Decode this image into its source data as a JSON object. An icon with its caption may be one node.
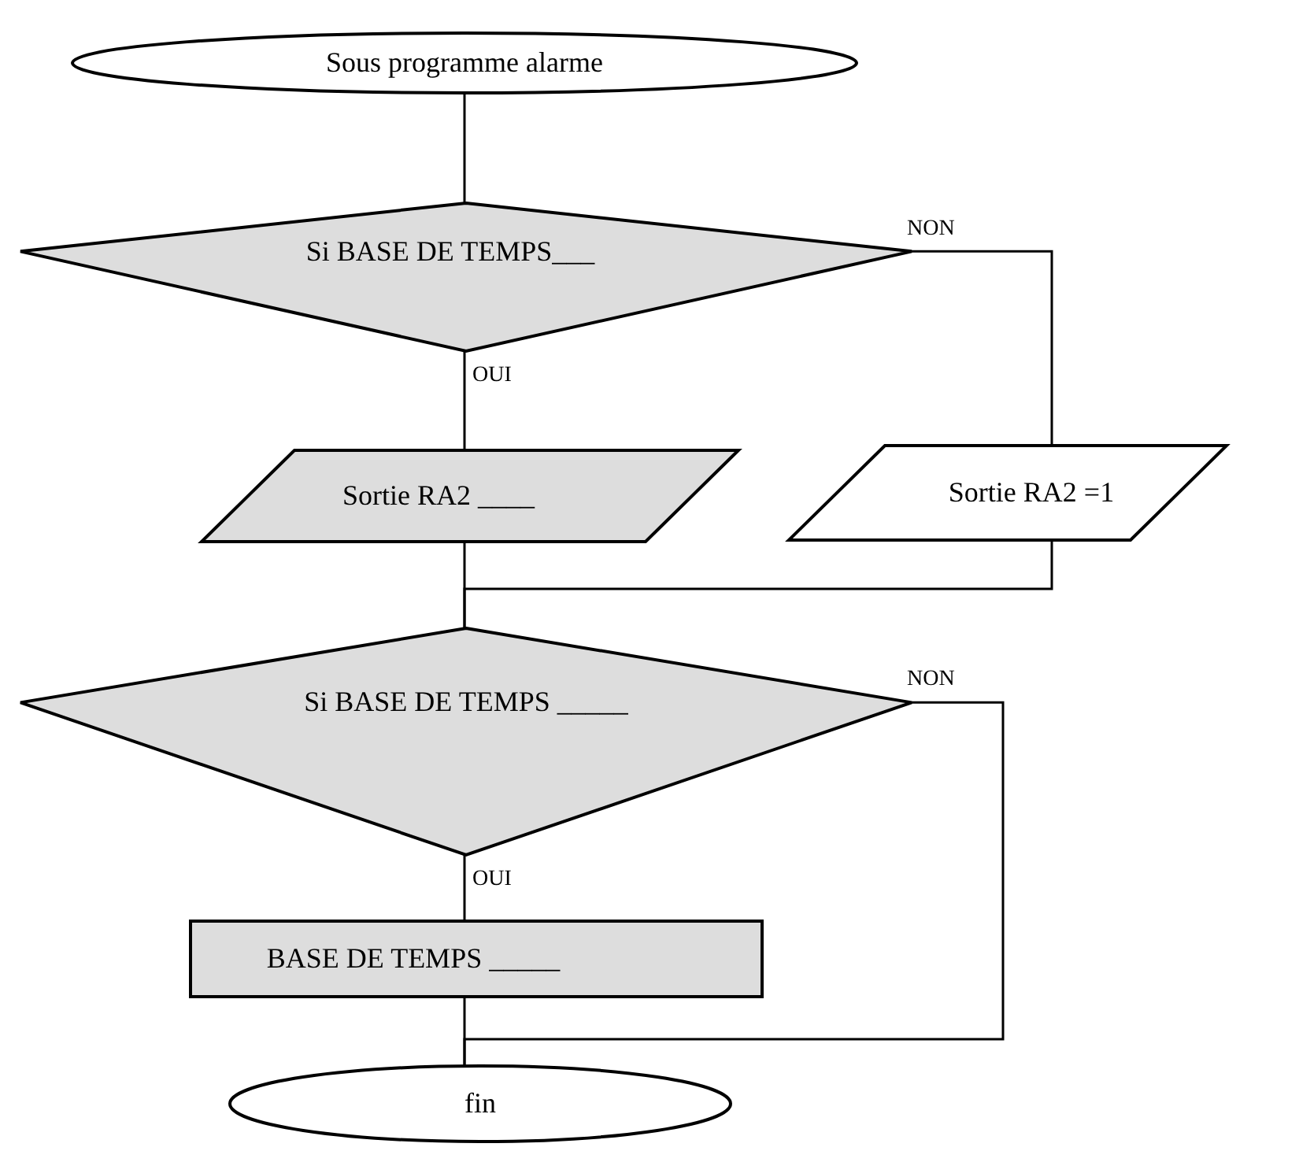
{
  "diagram": {
    "nodes": [
      {
        "text": [
          "Sous programme alarme"
        ]
      },
      {
        "text": [
          "Si BASE DE TEMPS___"
        ]
      },
      {
        "text": [
          "Sortie RA2 ____"
        ]
      },
      {
        "text": [
          "Sortie RA2 =1"
        ]
      },
      {
        "text": [
          "Si BASE DE TEMPS _____"
        ]
      },
      {
        "text": [
          "BASE DE TEMPS _____"
        ]
      },
      {
        "text": [
          "fin"
        ]
      }
    ],
    "edges": [
      {
        "from": 0,
        "to": 1,
        "arrow": "none"
      },
      {
        "from": 1,
        "to": 2,
        "arrow": "none",
        "label": "OUI"
      },
      {
        "from": 1,
        "to": 3,
        "arrow": "none",
        "label": "NON"
      },
      {
        "from": 2,
        "to": 4,
        "arrow": "none"
      },
      {
        "from": 3,
        "to": 4,
        "arrow": "none"
      },
      {
        "from": 4,
        "to": 5,
        "arrow": "none",
        "label": "OUI"
      },
      {
        "from": 5,
        "to": 6,
        "arrow": "none"
      },
      {
        "from": 4,
        "to": 6,
        "arrow": "none",
        "label": "NON"
      }
    ]
  }
}
